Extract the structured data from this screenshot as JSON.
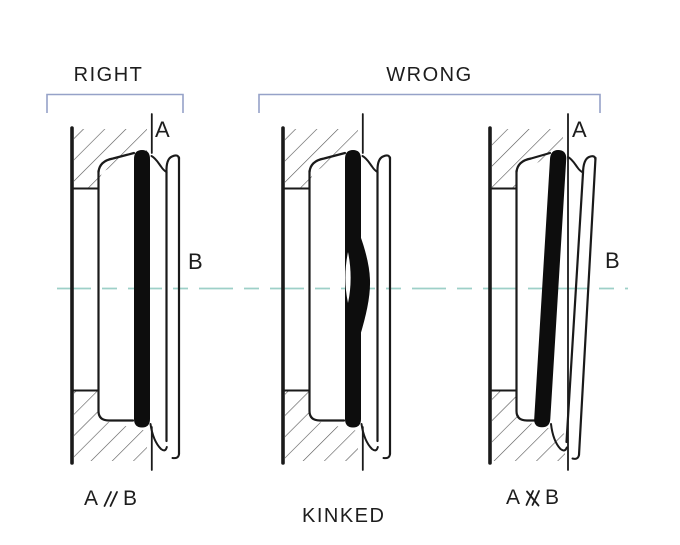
{
  "figure": {
    "groups": [
      {
        "label": "RIGHT"
      },
      {
        "label": "WRONG"
      }
    ],
    "panels": [
      {
        "name": "correct",
        "shaft_label": "A",
        "counterface_label": "B",
        "caption": {
          "left": "A",
          "symbol": "parallel-icon",
          "right": "B"
        }
      },
      {
        "name": "kinked",
        "caption": {
          "text": "KINKED"
        }
      },
      {
        "name": "tilted",
        "shaft_label": "A",
        "counterface_label": "B",
        "caption": {
          "left": "A",
          "symbol": "not-parallel-icon",
          "right": "B"
        }
      }
    ],
    "colors": {
      "line": "#1a1a1a",
      "seal_fill": "#0d0d0d",
      "hatch": "#555555",
      "bracket": "#96a2c8",
      "centerline": "#9dd0c8",
      "background": "#ffffff",
      "text": "#1d1d1d"
    }
  }
}
